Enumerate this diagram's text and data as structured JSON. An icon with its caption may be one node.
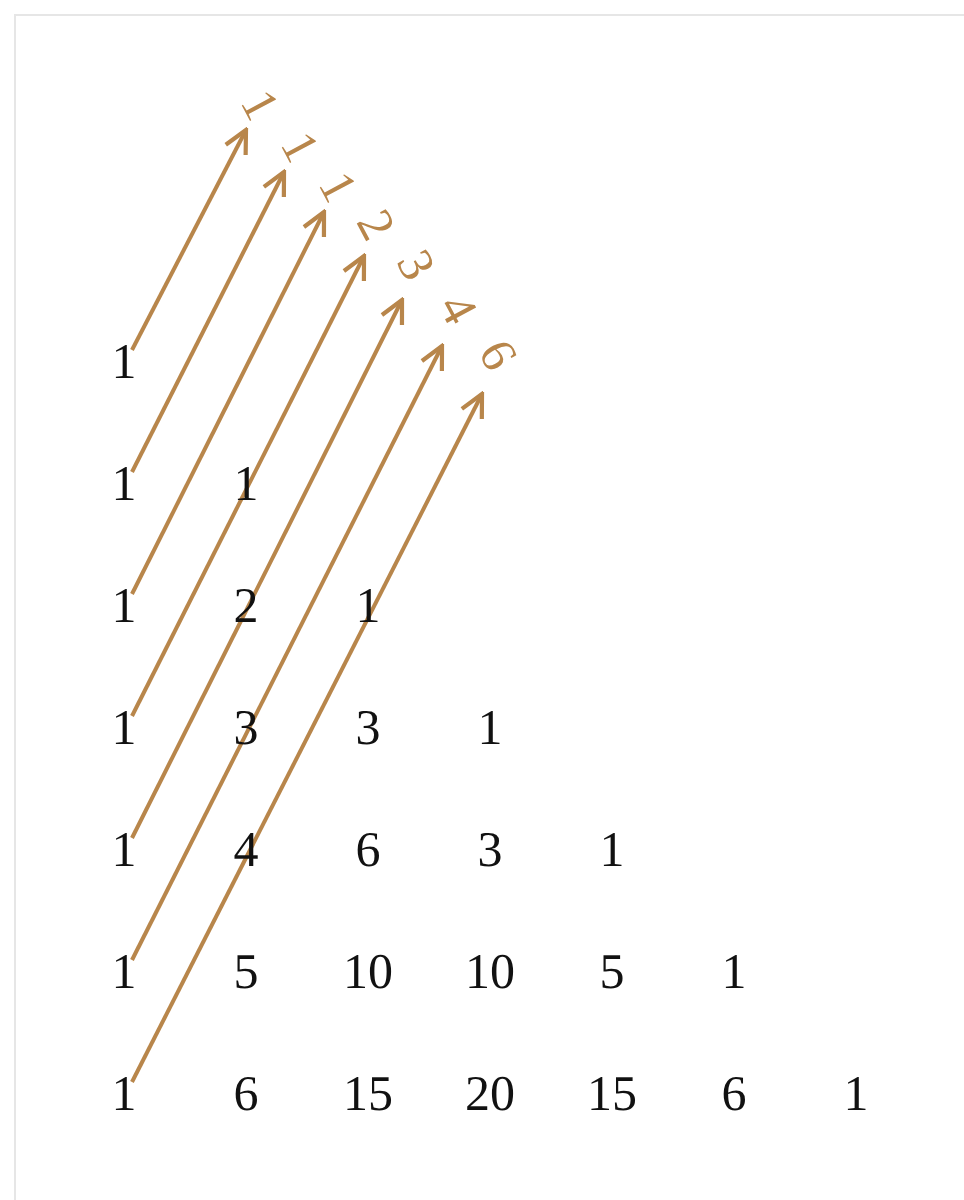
{
  "diagram": {
    "nodes": [
      {
        "text": [
          "1"
        ]
      },
      {
        "text": [
          "1"
        ]
      },
      {
        "text": [
          "1"
        ]
      },
      {
        "text": [
          "2"
        ]
      },
      {
        "text": [
          "3"
        ]
      },
      {
        "text": [
          "4"
        ]
      },
      {
        "text": [
          "6"
        ]
      },
      {
        "text": [
          "1"
        ]
      },
      {
        "text": [
          "1"
        ]
      },
      {
        "text": [
          "1"
        ]
      },
      {
        "text": [
          "1"
        ]
      },
      {
        "text": [
          "1"
        ]
      },
      {
        "text": [
          "1"
        ]
      },
      {
        "text": [
          "1"
        ]
      }
    ],
    "edges": [
      {
        "from": 7,
        "to": 0,
        "arrow": "to"
      },
      {
        "from": 8,
        "to": 1,
        "arrow": "to"
      },
      {
        "from": 9,
        "to": 2,
        "arrow": "to"
      },
      {
        "from": 10,
        "to": 3,
        "arrow": "to"
      },
      {
        "from": 11,
        "to": 4,
        "arrow": "to"
      },
      {
        "from": 12,
        "to": 5,
        "arrow": "to"
      },
      {
        "from": 13,
        "to": 6,
        "arrow": "to"
      }
    ],
    "labels": [
      "1",
      "2",
      "1",
      "3",
      "3",
      "1",
      "4",
      "6",
      "3",
      "1",
      "5",
      "10",
      "10",
      "5",
      "1",
      "6",
      "15",
      "20",
      "15",
      "6",
      "1"
    ]
  }
}
